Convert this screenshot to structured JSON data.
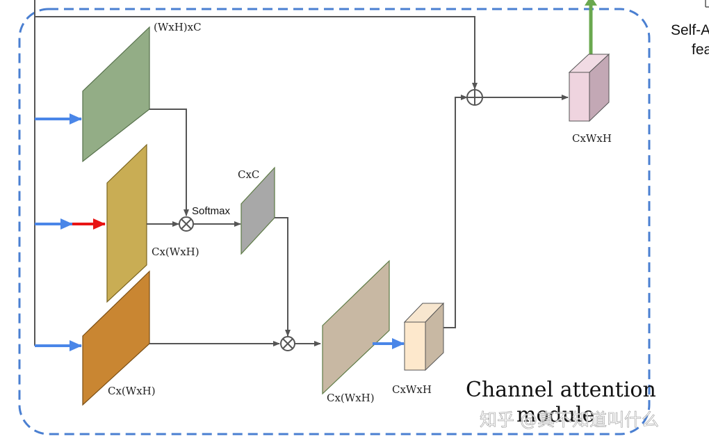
{
  "labels": {
    "top_matrix": "(WxH)xC",
    "yellow_matrix": "Cx(WxH)",
    "orange_matrix": "Cx(WxH)",
    "gray_matrix": "CxC",
    "beige_matrix": "Cx(WxH)",
    "small_cube": "CxWxH",
    "output_cube": "CxWxH",
    "softmax": "Softmax",
    "module_line1": "Channel attention",
    "module_line2": "module",
    "side_line1": "Self-A",
    "side_line2": "fea"
  },
  "watermark": "知乎 @真不知道叫什么",
  "colors": {
    "dashed_border": "#4a7fd1",
    "blue_arrow": "#4a86e8",
    "red_arrow": "#e81515",
    "green_arrow": "#6aa84f",
    "line": "#555555",
    "green_block": "#93ad86",
    "yellow_block": "#c9ad54",
    "orange_block": "#c98632",
    "gray_block": "#a8a8a8",
    "beige_block": "#c8b8a3"
  }
}
